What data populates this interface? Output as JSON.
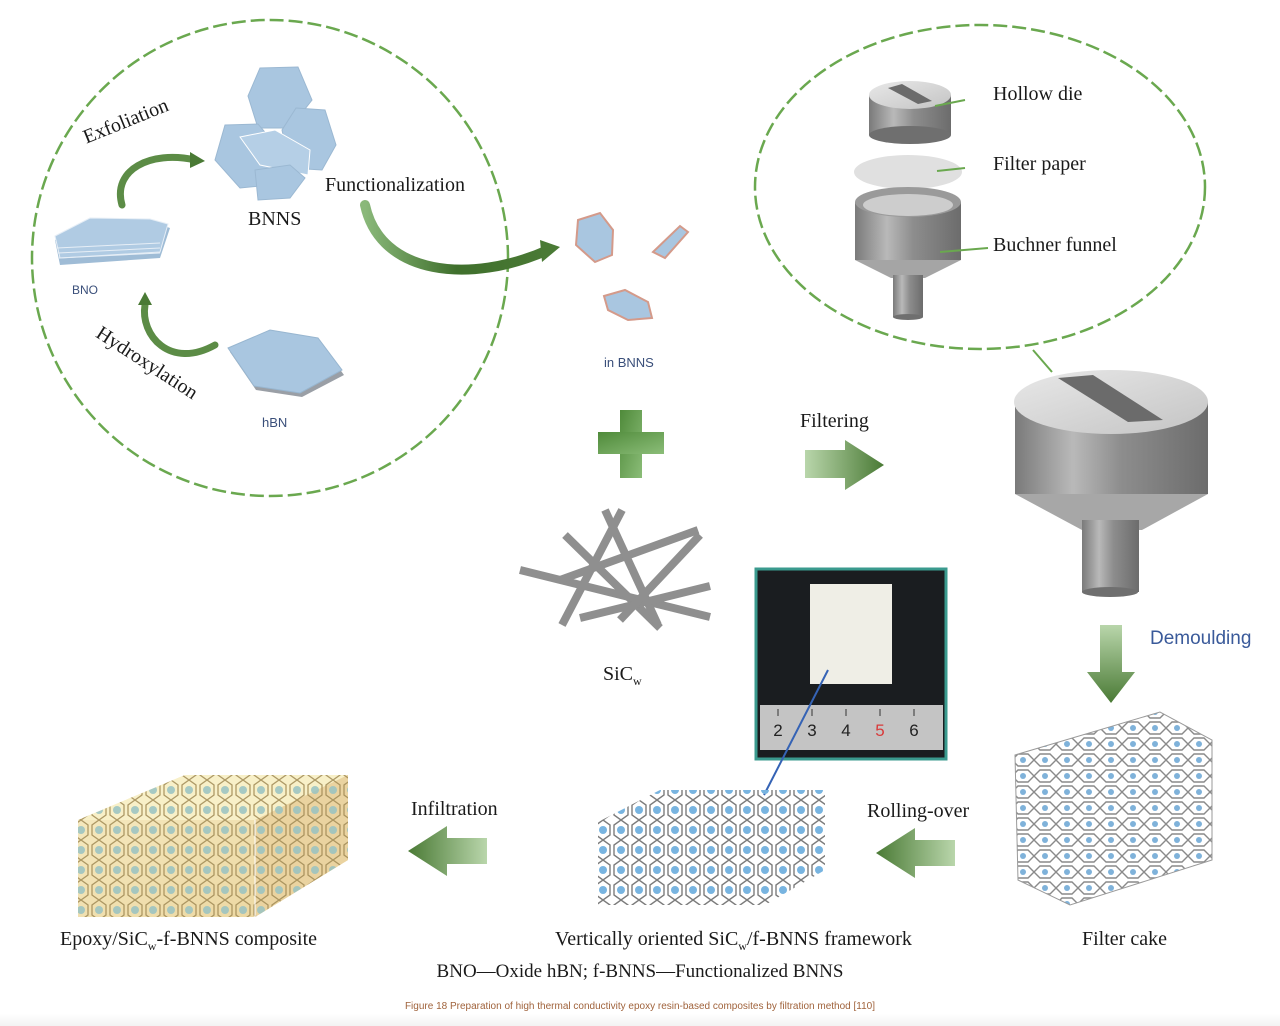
{
  "figure": {
    "caption": "Figure 18 Preparation of high thermal conductivity epoxy resin-based composites by filtration method [110]",
    "footnote": "BNO—Oxide hBN; f-BNNS—Functionalized BNNS"
  },
  "left_circle": {
    "exfoliation": "Exfoliation",
    "hydroxylation": "Hydroxylation",
    "bnns": "BNNS",
    "bno": "BNO",
    "hbn": "hBN"
  },
  "functionalization": "Functionalization",
  "f_bnns_label": "in BNNS",
  "sic_label": {
    "main": "SiC",
    "sub": "w"
  },
  "filtering": "Filtering",
  "apparatus": {
    "hollow_die": "Hollow die",
    "filter_paper": "Filter paper",
    "buchner_funnel": "Buchner funnel"
  },
  "demoulding": "Demoulding",
  "filter_cake": "Filter cake",
  "rolling_over": "Rolling-over",
  "framework_label": {
    "pre": "Vertically oriented SiC",
    "sub": "w",
    "post": "/f-BNNS framework"
  },
  "infiltration": "Infiltration",
  "composite_label": {
    "pre": "Epoxy/SiC",
    "sub": "w",
    "post": "-f-BNNS composite"
  },
  "ruler": {
    "ticks": [
      "2",
      "3",
      "4",
      "5",
      "6"
    ],
    "highlight": "5"
  },
  "colors": {
    "green_dark": "#4a7a35",
    "green_light": "#a9cc9a",
    "dash_green": "#6aa84f",
    "sheet_blue": "#a9c6e0",
    "sheet_edge": "#d49a8a",
    "metal": "#8c8c8c",
    "label_blue": "#3a5a9a",
    "caption": "#a0633c",
    "epoxy": "#f3e2b0"
  }
}
